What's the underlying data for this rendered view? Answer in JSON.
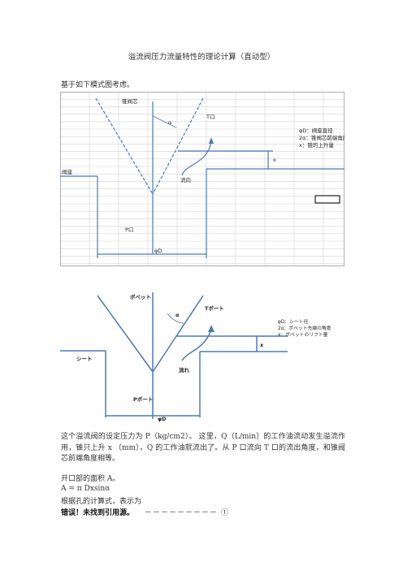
{
  "document": {
    "title": "溢流阀压力流量特性的理论计算（直动型）",
    "intro": "基于如下模式图考虑。",
    "paragraph": "这个溢流阀的设定压力为 P（kg/cm2）。 这里，Q（L/min）的工作油流动发生溢流作用，锥只上升 x （mm），Q 的工作油就流出了。从 P 口流向 T 口的流出角度，和锥阀芯前端角度相等。",
    "area_heading": "开口部的面积 A。",
    "formula": "A = π Dxsinα",
    "calc_text": "根据孔的计算式，表示为",
    "error_text": "错误！未找到引用源。",
    "ref_marker": "－－－－－－－－－ ①"
  },
  "figure1": {
    "labels": {
      "poppet": "锥阀芯",
      "alpha": "α",
      "t_port": "T口",
      "seat": "阀座",
      "flow": "流向",
      "p_port": "P口",
      "diameter": "φD",
      "x": "x"
    },
    "legend": [
      "φD：阀座直径",
      "2α：锥阀芯前端角度",
      "x：锥的上升量"
    ]
  },
  "figure2": {
    "labels": {
      "poppet": "ポペット",
      "alpha": "α",
      "t_port": "Tポート",
      "seat": "シート",
      "flow": "流れ",
      "p_port": "Pポート",
      "diameter": "φD",
      "x": "x"
    },
    "legend": [
      "φD：シート径",
      "2α：ポペット先端の角度",
      "x：ポペットのリフト量"
    ]
  },
  "colors": {
    "diagram_line": "#4a7ab5",
    "grid": "#d4d4d4",
    "text": "#222222"
  }
}
